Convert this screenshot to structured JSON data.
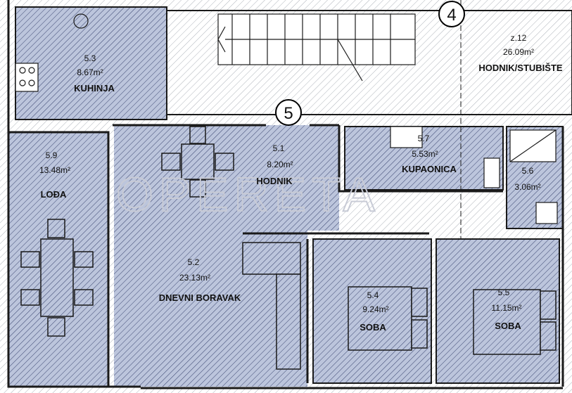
{
  "plan": {
    "watermark": "OPERETA",
    "markers": [
      "4",
      "5"
    ],
    "rooms": [
      {
        "id": "5.1",
        "area": "8.20m²",
        "name": "HODNIK"
      },
      {
        "id": "5.2",
        "area": "23.13m²",
        "name": "DNEVNI BORAVAK"
      },
      {
        "id": "5.3",
        "area": "8.67m²",
        "name": "KUHINJA"
      },
      {
        "id": "5.4",
        "area": "9.24m²",
        "name": "SOBA"
      },
      {
        "id": "5.5",
        "area": "11.15m²",
        "name": "SOBA"
      },
      {
        "id": "5.6",
        "area": "3.06m²",
        "name": ""
      },
      {
        "id": "5.7",
        "area": "5.53m²",
        "name": "KUPAONICA"
      },
      {
        "id": "5.9",
        "area": "13.48m²",
        "name": "LOĐA"
      },
      {
        "id": "z.12",
        "area": "26.09m²",
        "name": "HODNIK/STUBIŠTE"
      }
    ]
  },
  "colors": {
    "room_fill": "#bcc5dc",
    "hatch": "#3a4570",
    "wall": "#1a1a1a",
    "circle": "#000000"
  }
}
